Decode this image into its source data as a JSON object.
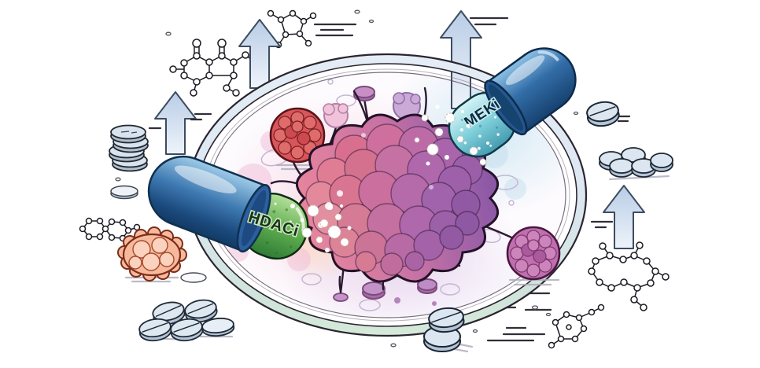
{
  "illustration": {
    "title": "Tumor spheroid in a petri dish targeted by HDAC-inhibitor and MEK-inhibitor capsules",
    "style": "comic ink and watercolor scientific illustration",
    "background": "#ffffff"
  },
  "labels": {
    "hdac_capsule": "HDACi",
    "mek_capsule": "MEKi"
  },
  "colors": {
    "hdaci_body_blue": "#3f7ab2",
    "hdaci_cap_green": "#5fae50",
    "meki_body_blue": "#336ea8",
    "meki_cap_teal": "#7fd0da",
    "tumor_pink": "#d96f8e",
    "tumor_purple": "#8a58a6",
    "red_cell": "#d8555c",
    "purple_cell": "#c06fae",
    "orange_cell": "#f6b99c",
    "tablet_blue": "#dde8f1",
    "arrow_fill": "#c7d8ec",
    "dish_rim_tint": "#dce7f2"
  },
  "scene": {
    "petri_dish": "large round culture dish holding the tumor mass",
    "tumor": "lumpy pink-to-purple tumor spheroid with radiating tendrils",
    "capsules": [
      {
        "label": "HDACi",
        "position": "lower-left",
        "body": "blue",
        "cap": "green"
      },
      {
        "label": "MEKi",
        "position": "upper-right",
        "body": "dark blue",
        "cap": "teal"
      }
    ],
    "cells": [
      "red raspberry cell",
      "purple raspberry cell",
      "orange scalloped cell",
      "stalked purple micro-colonies"
    ],
    "arrows_up_count": 4,
    "molecule_structures_count": 5,
    "tablets": [
      "stack of four coin tablets (left)",
      "single small tablet (left)",
      "single scored tablet (top right)",
      "cluster of five tablets (right)",
      "cluster of five scored tablets (bottom left)",
      "stack of two scored tablets (bottom center)"
    ]
  }
}
